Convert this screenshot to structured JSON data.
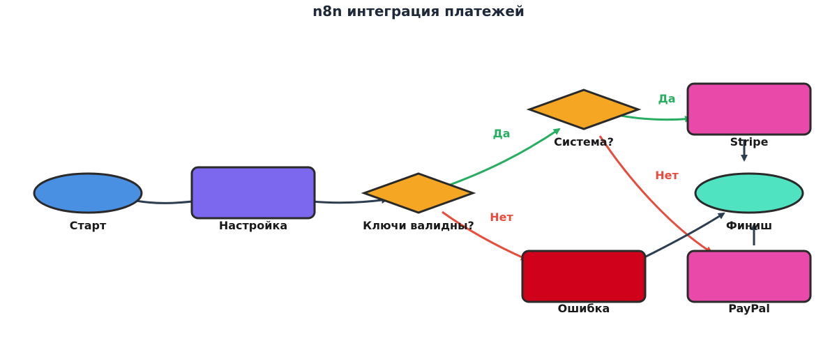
{
  "title": "n8n интеграция платежей",
  "colors": {
    "start": "#4a90e2",
    "setup": "#7b68ee",
    "decision": "#f5a623",
    "error": "#d0021b",
    "provider": "#e94aaa",
    "finish": "#50e3c2",
    "edge_default": "#2c3e50",
    "edge_yes": "#27ae60",
    "edge_no": "#e74c3c"
  },
  "nodes": {
    "start": "Старт",
    "setup": "Настройка",
    "keys_valid": "Ключи валидны?",
    "system": "Система?",
    "stripe": "Stripe",
    "finish": "Финиш",
    "error": "Ошибка",
    "paypal": "PayPal"
  },
  "edges": {
    "keys_yes": "Да",
    "keys_no": "Нет",
    "system_yes": "Да",
    "system_no": "Нет"
  }
}
